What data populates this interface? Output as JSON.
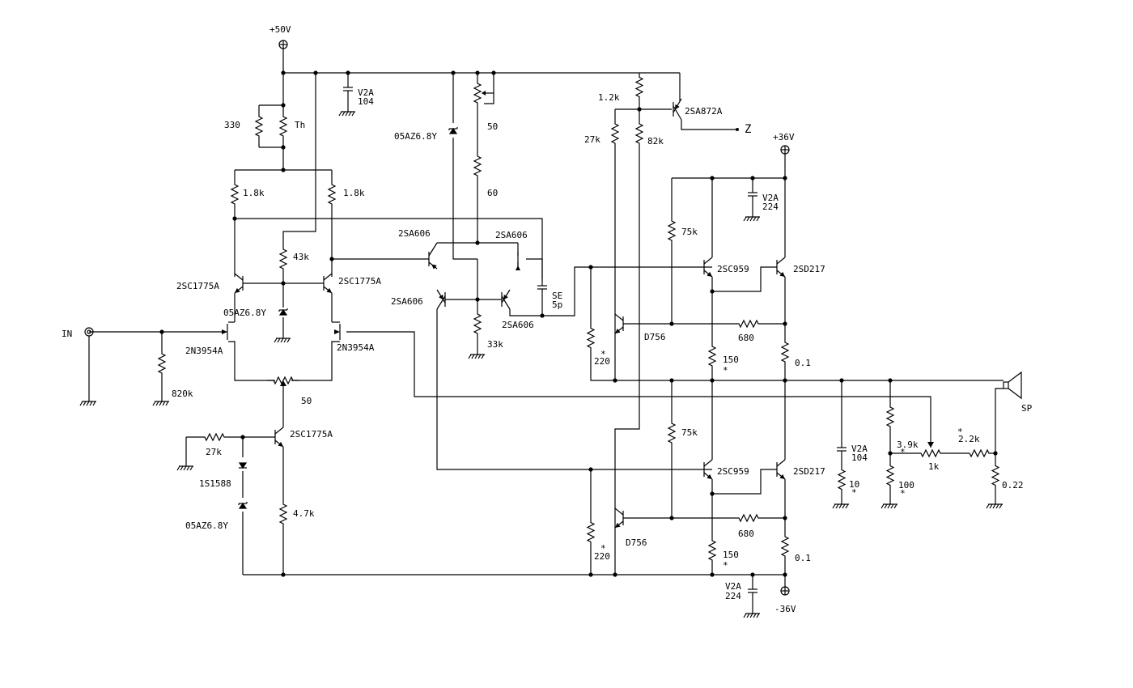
{
  "rails": {
    "pos50": "+50V",
    "pos36": "+36V",
    "neg36": "-36V"
  },
  "ports": {
    "input": "IN",
    "speaker": "SP",
    "z": "Z"
  },
  "parts": {
    "r330": "330",
    "th": "Th",
    "c_top_v": "V2A",
    "c_top_val": "104",
    "r_l18": "1.8k",
    "r_r18": "1.8k",
    "r43": "43k",
    "q1": "2SC1775A",
    "q2": "2SC1775A",
    "z1": "05AZ6.8Y",
    "j1": "2N3954A",
    "j2": "2N3954A",
    "r820": "820k",
    "pot50a": "50",
    "q3": "2SC1775A",
    "r27a": "27k",
    "d1": "1S1588",
    "z2": "05AZ6.8Y",
    "r47": "4.7k",
    "z3": "05AZ6.8Y",
    "pot50b": "50",
    "r60": "60",
    "p1": "2SA606",
    "p2": "2SA606",
    "p3": "2SA606",
    "p4": "2SA606",
    "r33": "33k",
    "c_se": "SE",
    "c_se_val": "5p",
    "r12": "1.2k",
    "q_2sa872": "2SA872A",
    "r27b": "27k",
    "r82": "82k",
    "c_mid_v": "V2A",
    "c_mid_val": "224",
    "r75a": "75k",
    "qa1": "2SC959",
    "qa2": "2SD217",
    "d756a": "D756",
    "r680a": "680",
    "r220a": "220",
    "r150a": "150",
    "r01a": "0.1",
    "r75b": "75k",
    "qb1": "2SC959",
    "qb2": "2SD217",
    "d756b": "D756",
    "r680b": "680",
    "r220b": "220",
    "r150b": "150",
    "r01b": "0.1",
    "c_bot_v": "V2A",
    "c_bot_val": "224",
    "c_zob_v": "V2A",
    "c_zob_val": "104",
    "r10": "10",
    "r39": "3.9k",
    "r100": "100",
    "pot1k": "1k",
    "r22k": "2.2k",
    "r022": "0.22",
    "star": "*"
  }
}
